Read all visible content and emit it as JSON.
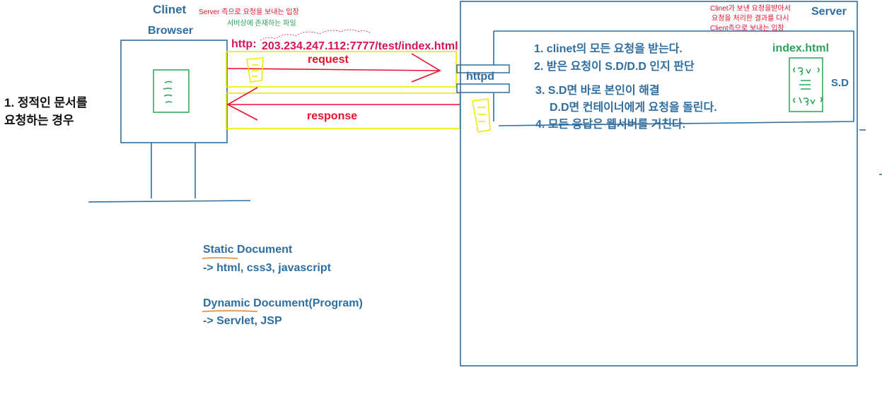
{
  "client": {
    "title": "Clinet",
    "subtitle": "Browser",
    "note_line1": "Server 측으로 요청을 보내는 입장",
    "note_line2": "서버상에 존재하는 파일"
  },
  "left_caption": {
    "line1": "1. 정적인 문서를",
    "line2": "요청하는 경우"
  },
  "url": {
    "scheme": "http:",
    "rest": "203.234.247.112:7777/test/index.html"
  },
  "arrows": {
    "request": "request",
    "response": "response"
  },
  "server": {
    "title": "Server",
    "note_line1": "Clinet가 보낸 요청을받아서",
    "note_line2": "요청을 처리한 결과를 다시",
    "note_line3": "Client측으로 보내는 입장",
    "httpd": "httpd",
    "steps": [
      "1. clinet의 모든 요청을 받는다.",
      "2. 받은 요청이 S.D/D.D 인지 판단",
      "3. S.D면 바로 본인이 해결",
      "D.D면 컨테이너에게 요청을 돌린다.",
      "4. 모든 응답은 웹서버를 거친다."
    ],
    "file_label": "index.html",
    "file_tag": "S.D"
  },
  "legend": {
    "static_term": "Static",
    "static_rest": " Document",
    "static_desc": "-> html, css3, javascript",
    "dynamic_term": "Dynamic",
    "dynamic_rest": " Document(Program)",
    "dynamic_desc": "-> Servlet, JSP"
  },
  "colors": {
    "blue": "#2f6e9e",
    "red": "#e8102a",
    "green": "#2aa35a",
    "yellow": "#f2e600",
    "magenta": "#d4145a",
    "orange": "#f07d1a"
  }
}
